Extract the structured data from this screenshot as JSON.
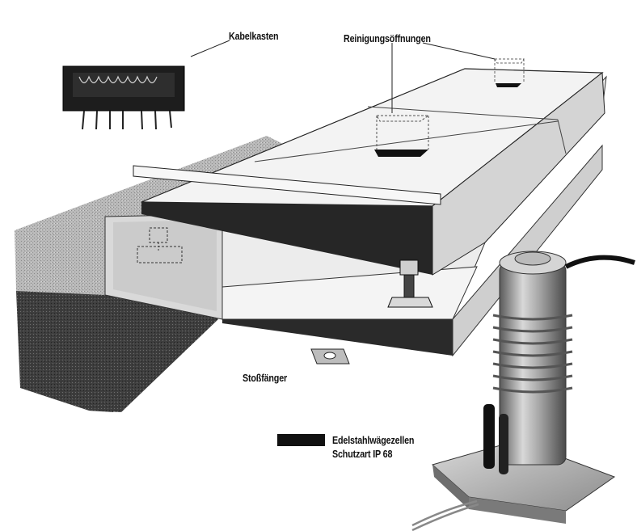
{
  "labels": {
    "cable_box": "Kabelkasten",
    "cleaning_openings": "Reinigungsöffnungen",
    "bumper": "Stoßfänger",
    "load_cells_line1": "Edelstahlwägezellen",
    "load_cells_line2": "Schutzart IP 68"
  },
  "colors": {
    "legend_swatch": "#111111",
    "concrete_dark": "#3a3a3a",
    "concrete_light": "#bdbdbd",
    "platform_top": "#f2f2f2",
    "platform_side": "#262626",
    "steel": "#9a9a9a"
  }
}
